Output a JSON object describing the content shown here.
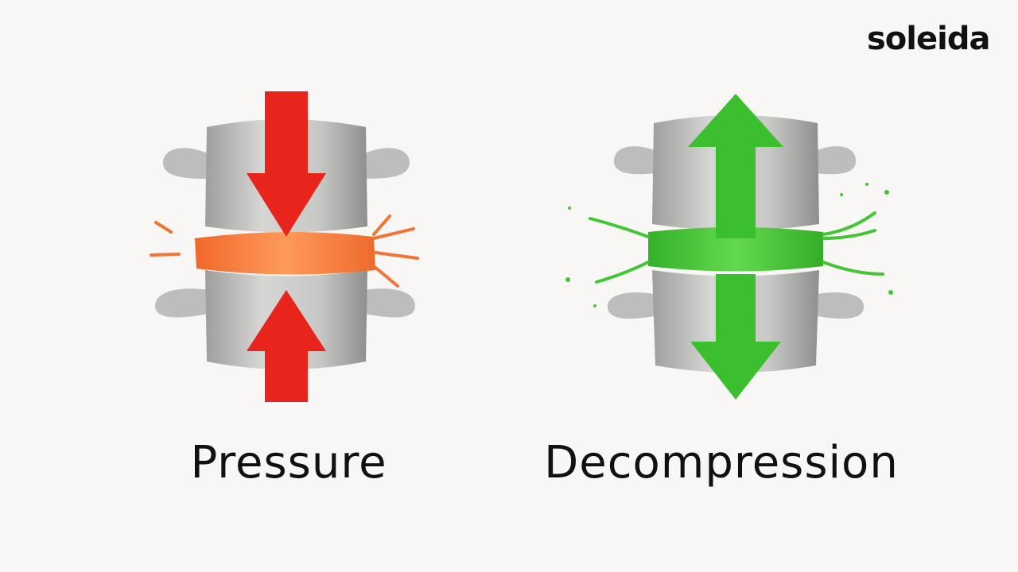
{
  "brand": {
    "logo_text": "soleida"
  },
  "panels": [
    {
      "label": "Pressure",
      "arrow_color": "#e8251c",
      "disc_color": "#f97a3a",
      "icon": "compressed-vertebrae"
    },
    {
      "label": "Decompression",
      "arrow_color": "#3cbf2e",
      "disc_color": "#4bc93a",
      "icon": "decompressed-vertebrae"
    }
  ],
  "colors": {
    "bone": "#c4c4c2",
    "background": "#f8f7f5"
  }
}
